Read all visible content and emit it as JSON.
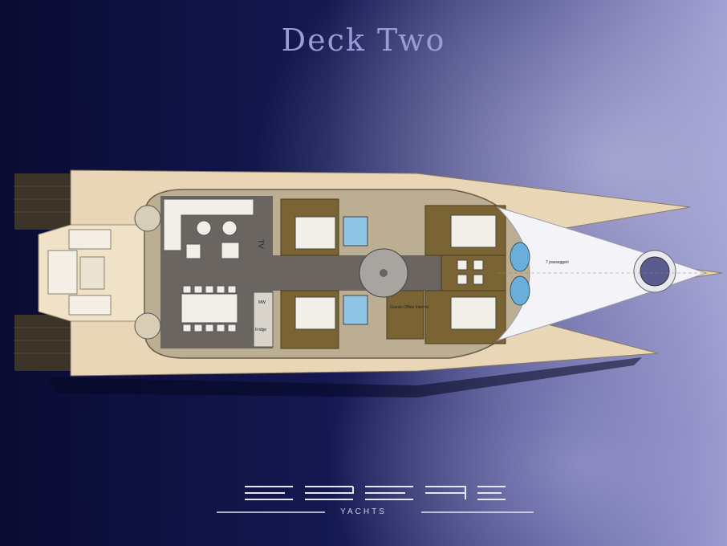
{
  "page": {
    "title": "Deck Two"
  },
  "plan_labels": {
    "tv": "TV",
    "guests_office": "Guests\nOffice\nInternet",
    "passengers": "7 passeggeri",
    "mw": "MW",
    "fridge": "Fridge"
  },
  "brand": {
    "name": "ESCAPE",
    "subtitle": "YACHTS"
  },
  "colors": {
    "sky_dark": "#0d0f3a",
    "sky_light": "#8c8cc8",
    "deck_teak": "#e8d6b6",
    "floor_grey": "#6a6560",
    "cabin_brown": "#7a6433",
    "hull_white": "#f4f4f8",
    "pool_blue": "#6aaedc"
  }
}
